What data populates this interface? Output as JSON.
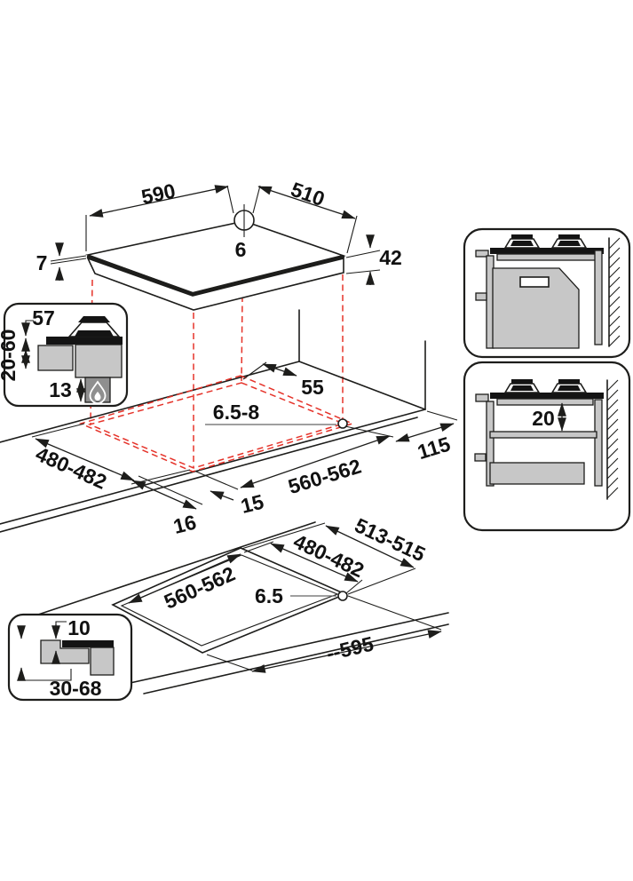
{
  "diagram": {
    "colors": {
      "line": "#1d1d1b",
      "dashed_red": "#e5332a",
      "fill_gray": "#c7c7c7",
      "fill_dark_gray": "#8f8f8f"
    },
    "top_view": {
      "width": "590",
      "depth": "510",
      "hole_diameter": "6",
      "glass_thickness": "7",
      "body_height": "42"
    },
    "burner_detail": {
      "burner_width": "57",
      "worktop_range": "20-60",
      "below_depth": "13"
    },
    "mid_worktop": {
      "rear_clearance": "55",
      "hole": "6.5-8",
      "right_clearance": "115",
      "cutout_depth": "480-482",
      "cutout_width": "560-562",
      "front_gap": "16",
      "side_gap": "15"
    },
    "side_view": {
      "clearance_below": "20"
    },
    "bottom_worktop": {
      "recess_width": "513-515",
      "cutout_depth": "480-482",
      "cutout_width": "560-562",
      "hole": "6.5",
      "overall_width": "--595"
    },
    "flush_detail": {
      "recess_depth": "10",
      "thickness_range": "30-68"
    }
  }
}
